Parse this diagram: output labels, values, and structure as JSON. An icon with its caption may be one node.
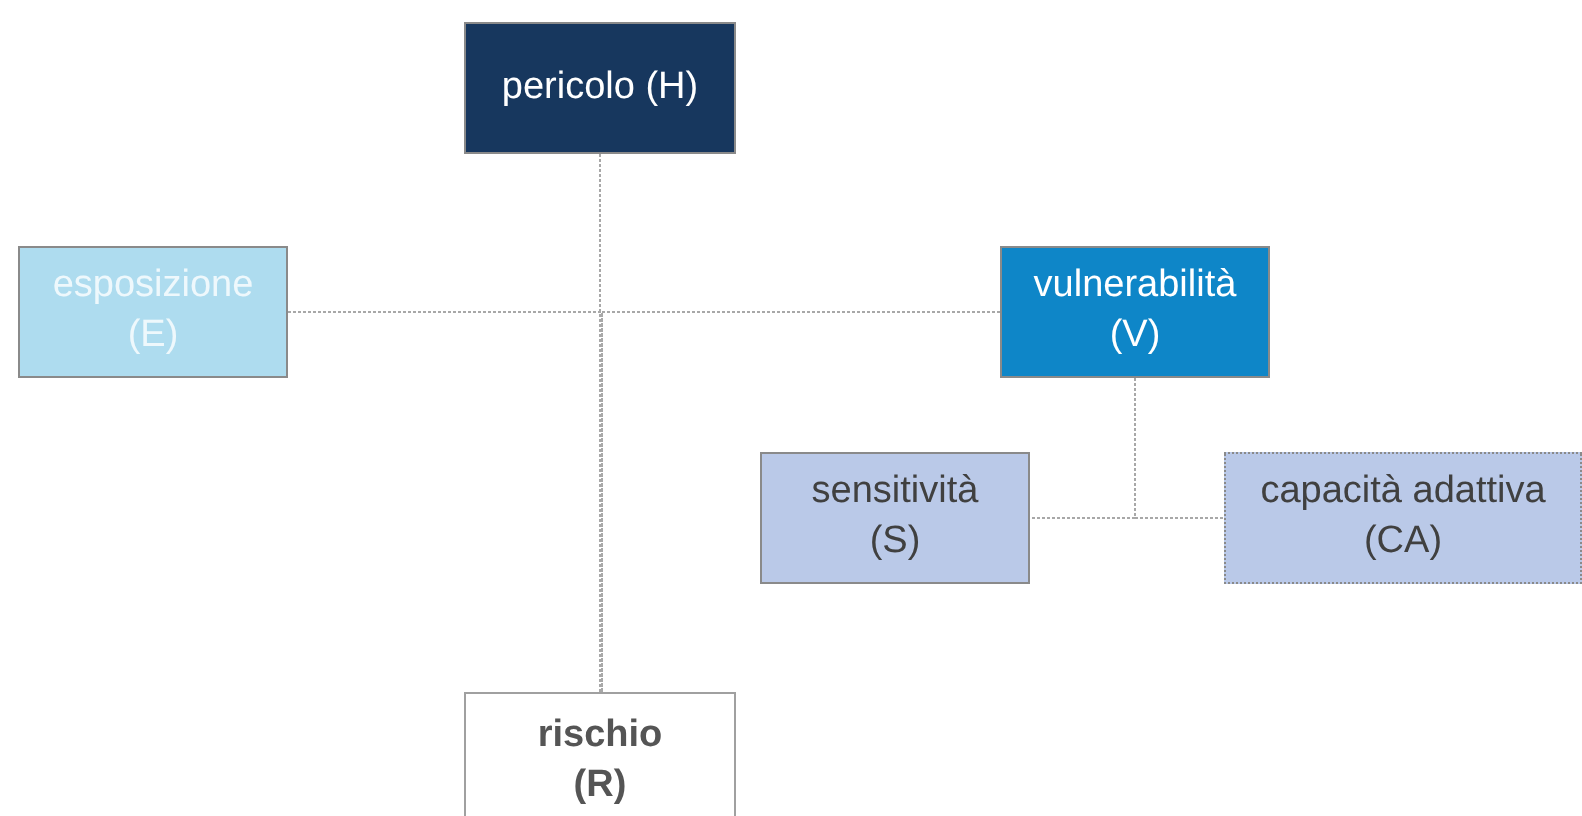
{
  "diagram": {
    "nodes": [
      {
        "text": [
          "pericolo (H)"
        ]
      },
      {
        "text": [
          "esposizione (E)"
        ]
      },
      {
        "text": [
          "vulnerabilità (V)"
        ]
      },
      {
        "text": [
          "sensitività (S)"
        ]
      },
      {
        "text": [
          "capacità adattiva (CA)"
        ]
      },
      {
        "text": [
          "rischio (R)"
        ]
      }
    ],
    "edges": [
      {
        "from": 0,
        "to": 5,
        "arrow": "none"
      },
      {
        "from": 1,
        "to": 5,
        "arrow": "none"
      },
      {
        "from": 2,
        "to": 5,
        "arrow": "none"
      },
      {
        "from": 2,
        "to": 3,
        "arrow": "none"
      },
      {
        "from": 2,
        "to": 4,
        "arrow": "none"
      }
    ]
  }
}
